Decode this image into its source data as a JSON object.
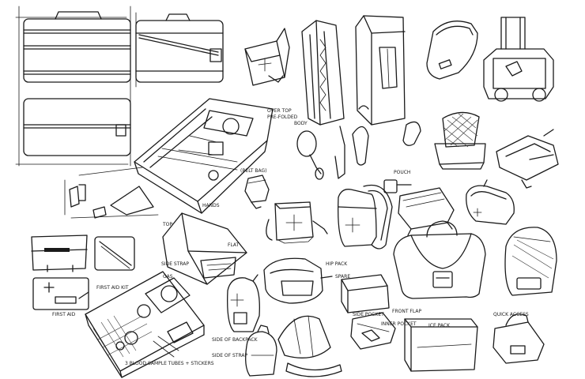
{
  "notes": {
    "pouch_top": "OVER TOP",
    "pouch_mid": "PRE-FOLDED",
    "pouch_side": "BODY",
    "belt_bag": "(BELT BAG)",
    "front_pouch": "POUCH",
    "tent_top": "SPARE",
    "tent_side": "SIDE POCKET",
    "backpack_side": "SIDE OF BACKPACK",
    "backpack_side2": "SIDE OF STRAP",
    "kit_top": "FIRST AID KIT",
    "kit_side": "SIDE STRAP",
    "stack_a": "FRONT FLAP",
    "stack_b": "INNER POCKET",
    "fanny": "HIP PACK",
    "first_aid_label": "FIRST AID",
    "ice_pack": "ICE PACK",
    "tote_note": "QUICK ACCESS",
    "kit_bottom": "3 BLOOD SAMPLE TUBES + STICKERS",
    "hands_note": "HANDS",
    "top_note": "TOP",
    "flat_note": "FLAT",
    "gas_note": "GAS"
  },
  "colors": {
    "ink": "#1a1a1a",
    "paper": "#ffffff"
  }
}
